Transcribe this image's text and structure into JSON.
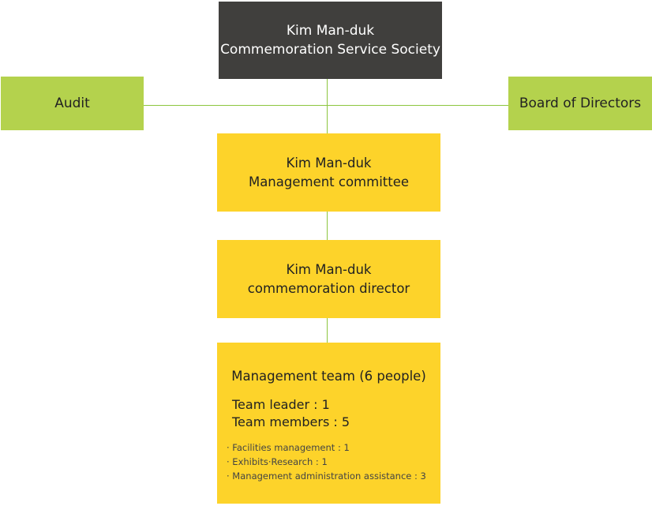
{
  "chart": {
    "top_lines": [
      "Kim Man-duk",
      "Commemoration Service Society"
    ],
    "audit": "Audit",
    "board": "Board of Directors",
    "committee_lines": [
      "Kim Man-duk",
      "Management committee"
    ],
    "director_lines": [
      "Kim Man-duk",
      "commemoration director"
    ],
    "team": {
      "title": "Management team (6 people)",
      "leader": "Team leader : 1",
      "members": "Team members : 5",
      "sub_items": [
        "· Facilities management : 1",
        "· Exhibits·Research : 1",
        "· Management administration assistance : 3"
      ]
    }
  },
  "colors": {
    "top_box": "#403f3d",
    "side_boxes": "#b4d24d",
    "main_boxes": "#fdd32a",
    "connectors": "#8dc63f"
  }
}
